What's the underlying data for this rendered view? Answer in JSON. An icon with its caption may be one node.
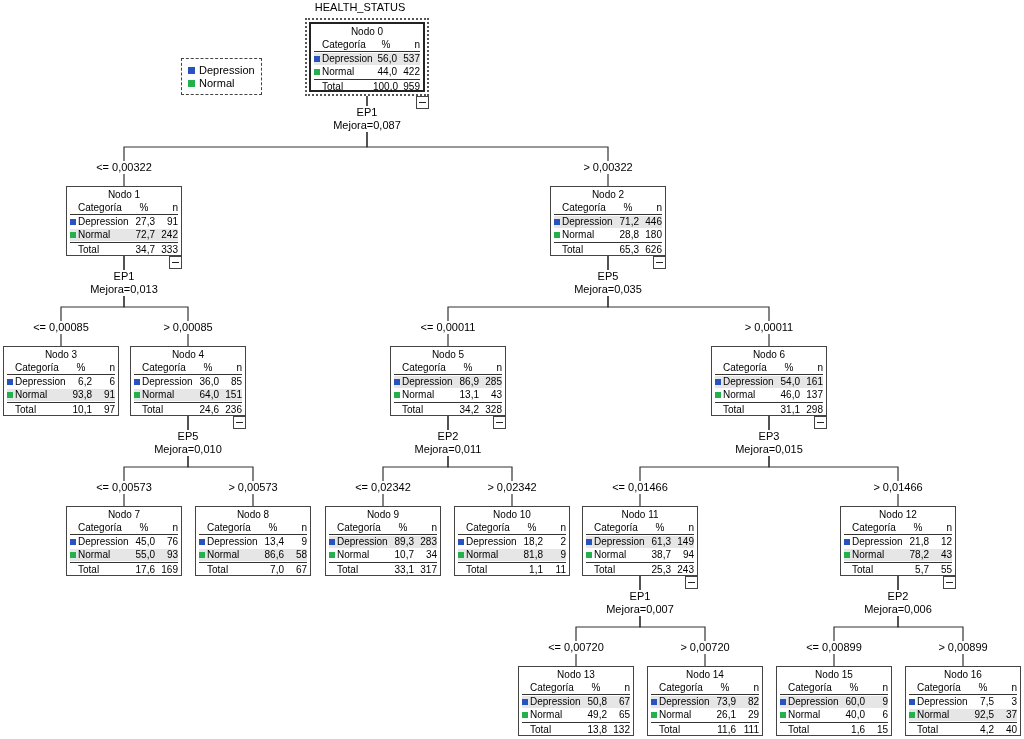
{
  "diagram": {
    "title": "HEALTH_STATUS",
    "nodes": [
      {
        "text": [
          "Nodo 0",
          "Categoría",
          "%",
          "n",
          "Depression",
          "56,0",
          "537",
          "Normal",
          "44,0",
          "422",
          "Total",
          "100,0",
          "959"
        ],
        "beside": [
          "EP1",
          "Mejora=0,087"
        ]
      },
      {
        "text": [
          "Nodo 1",
          "Categoría",
          "%",
          "n",
          "Depression",
          "27,3",
          "91",
          "Normal",
          "72,7",
          "242",
          "Total",
          "34,7",
          "333"
        ],
        "beside": [
          "EP1",
          "Mejora=0,013"
        ]
      },
      {
        "text": [
          "Nodo 2",
          "Categoría",
          "%",
          "n",
          "Depression",
          "71,2",
          "446",
          "Normal",
          "28,8",
          "180",
          "Total",
          "65,3",
          "626"
        ],
        "beside": [
          "EP5",
          "Mejora=0,035"
        ]
      },
      {
        "text": [
          "Nodo 3",
          "Categoría",
          "%",
          "n",
          "Depression",
          "6,2",
          "6",
          "Normal",
          "93,8",
          "91",
          "Total",
          "10,1",
          "97"
        ]
      },
      {
        "text": [
          "Nodo 4",
          "Categoría",
          "%",
          "n",
          "Depression",
          "36,0",
          "85",
          "Normal",
          "64,0",
          "151",
          "Total",
          "24,6",
          "236"
        ],
        "beside": [
          "EP5",
          "Mejora=0,010"
        ]
      },
      {
        "text": [
          "Nodo 5",
          "Categoría",
          "%",
          "n",
          "Depression",
          "86,9",
          "285",
          "Normal",
          "13,1",
          "43",
          "Total",
          "34,2",
          "328"
        ],
        "beside": [
          "EP2",
          "Mejora=0,011"
        ]
      },
      {
        "text": [
          "Nodo 6",
          "Categoría",
          "%",
          "n",
          "Depression",
          "54,0",
          "161",
          "Normal",
          "46,0",
          "137",
          "Total",
          "31,1",
          "298"
        ],
        "beside": [
          "EP3",
          "Mejora=0,015"
        ]
      },
      {
        "text": [
          "Nodo 7",
          "Categoría",
          "%",
          "n",
          "Depression",
          "45,0",
          "76",
          "Normal",
          "55,0",
          "93",
          "Total",
          "17,6",
          "169"
        ]
      },
      {
        "text": [
          "Nodo 8",
          "Categoría",
          "%",
          "n",
          "Depression",
          "13,4",
          "9",
          "Normal",
          "86,6",
          "58",
          "Total",
          "7,0",
          "67"
        ]
      },
      {
        "text": [
          "Nodo 9",
          "Categoría",
          "%",
          "n",
          "Depression",
          "89,3",
          "283",
          "Normal",
          "10,7",
          "34",
          "Total",
          "33,1",
          "317"
        ]
      },
      {
        "text": [
          "Nodo 10",
          "Categoría",
          "%",
          "n",
          "Depression",
          "18,2",
          "2",
          "Normal",
          "81,8",
          "9",
          "Total",
          "1,1",
          "11"
        ]
      },
      {
        "text": [
          "Nodo 11",
          "Categoría",
          "%",
          "n",
          "Depression",
          "61,3",
          "149",
          "Normal",
          "38,7",
          "94",
          "Total",
          "25,3",
          "243"
        ],
        "beside": [
          "EP1",
          "Mejora=0,007"
        ]
      },
      {
        "text": [
          "Nodo 12",
          "Categoría",
          "%",
          "n",
          "Depression",
          "21,8",
          "12",
          "Normal",
          "78,2",
          "43",
          "Total",
          "5,7",
          "55"
        ],
        "beside": [
          "EP2",
          "Mejora=0,006"
        ]
      },
      {
        "text": [
          "Nodo 13",
          "Categoría",
          "%",
          "n",
          "Depression",
          "50,8",
          "67",
          "Normal",
          "49,2",
          "65",
          "Total",
          "13,8",
          "132"
        ]
      },
      {
        "text": [
          "Nodo 14",
          "Categoría",
          "%",
          "n",
          "Depression",
          "73,9",
          "82",
          "Normal",
          "26,1",
          "29",
          "Total",
          "11,6",
          "111"
        ]
      },
      {
        "text": [
          "Nodo 15",
          "Categoría",
          "%",
          "n",
          "Depression",
          "60,0",
          "9",
          "Normal",
          "40,0",
          "6",
          "Total",
          "1,6",
          "15"
        ]
      },
      {
        "text": [
          "Nodo 16",
          "Categoría",
          "%",
          "n",
          "Depression",
          "7,5",
          "3",
          "Normal",
          "92,5",
          "37",
          "Total",
          "4,2",
          "40"
        ]
      }
    ],
    "edges": [
      {
        "from": 0,
        "to": 1,
        "arrow": "none",
        "label": "<= 0,00322"
      },
      {
        "from": 0,
        "to": 2,
        "arrow": "none",
        "label": "> 0,00322"
      },
      {
        "from": 1,
        "to": 3,
        "arrow": "none",
        "label": "<= 0,00085"
      },
      {
        "from": 1,
        "to": 4,
        "arrow": "none",
        "label": "> 0,00085"
      },
      {
        "from": 2,
        "to": 5,
        "arrow": "none",
        "label": "<= 0,00011"
      },
      {
        "from": 2,
        "to": 6,
        "arrow": "none",
        "label": "> 0,00011"
      },
      {
        "from": 4,
        "to": 7,
        "arrow": "none",
        "label": "<= 0,00573"
      },
      {
        "from": 4,
        "to": 8,
        "arrow": "none",
        "label": "> 0,00573"
      },
      {
        "from": 5,
        "to": 9,
        "arrow": "none",
        "label": "<= 0,02342"
      },
      {
        "from": 5,
        "to": 10,
        "arrow": "none",
        "label": "> 0,02342"
      },
      {
        "from": 6,
        "to": 11,
        "arrow": "none",
        "label": "<= 0,01466"
      },
      {
        "from": 6,
        "to": 12,
        "arrow": "none",
        "label": "> 0,01466"
      },
      {
        "from": 11,
        "to": 13,
        "arrow": "none",
        "label": "<= 0,00720"
      },
      {
        "from": 11,
        "to": 14,
        "arrow": "none",
        "label": "> 0,00720"
      },
      {
        "from": 12,
        "to": 15,
        "arrow": "none",
        "label": "<= 0,00899"
      },
      {
        "from": 12,
        "to": 16,
        "arrow": "none",
        "label": "> 0,00899"
      }
    ],
    "legend": [
      {
        "text": "Depression",
        "color": "#2a52be"
      },
      {
        "text": "Normal",
        "color": "#22b14c"
      }
    ]
  }
}
